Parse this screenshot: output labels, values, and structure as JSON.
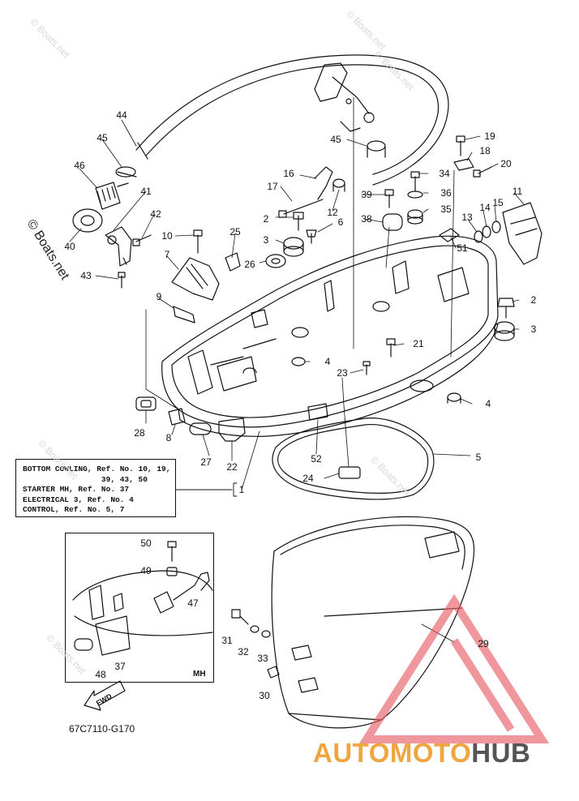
{
  "diagram": {
    "part_code": "67C7110-G170",
    "inset_label": "MH",
    "fwd_label": "FWD",
    "notes": [
      "BOTTOM COWLING, Ref. No. 10, 19,",
      "                 39, 43, 50",
      "STARTER MH, Ref. No. 37",
      "ELECTRICAL 3, Ref. No. 4",
      "CONTROL, Ref. No. 5, 7"
    ],
    "bracket_ref": "1",
    "callouts": [
      "44",
      "45",
      "46",
      "41",
      "42",
      "40",
      "43",
      "10",
      "25",
      "7",
      "9",
      "26",
      "3",
      "2",
      "6",
      "16",
      "17",
      "12",
      "45",
      "39",
      "38",
      "34",
      "36",
      "35",
      "19",
      "18",
      "20",
      "13",
      "14",
      "15",
      "11",
      "51",
      "2",
      "3",
      "21",
      "4",
      "23",
      "4",
      "28",
      "8",
      "27",
      "22",
      "52",
      "5",
      "24",
      "50",
      "49",
      "47",
      "37",
      "48",
      "31",
      "32",
      "33",
      "29",
      "30"
    ]
  },
  "watermarks": {
    "site": "© Boats.net",
    "brand_part1": "AUTOMOTO",
    "brand_part2": "HUB",
    "brand_accent": "#f0a640",
    "brand_dark": "#555555",
    "logo_color": "#e8606a"
  }
}
